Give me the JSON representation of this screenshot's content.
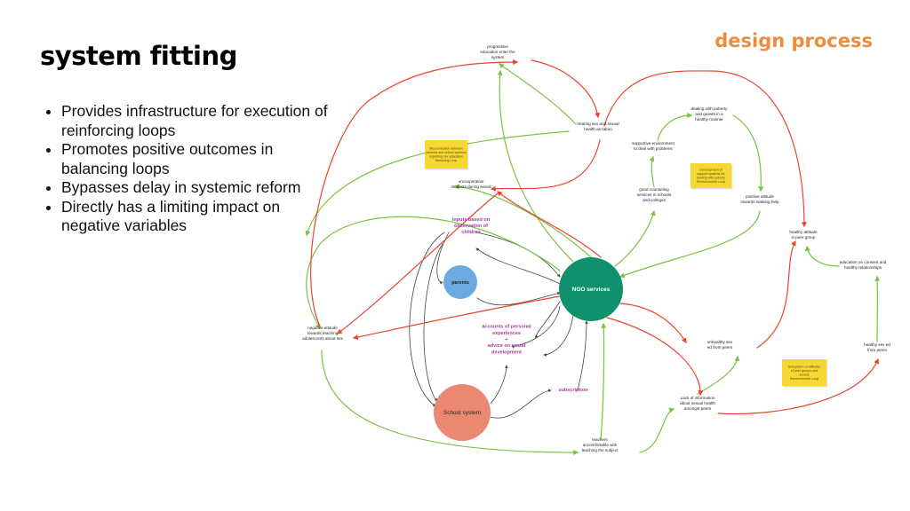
{
  "header": {
    "tag": "design process"
  },
  "title": "system fitting",
  "bullets": [
    "Provides infrastructure for execution of reinforcing loops",
    "Promotes positive outcomes in balancing loops",
    "Bypasses delay in systemic reform",
    "Directly has a limiting impact on negative variables"
  ],
  "colors": {
    "accent": "#ef8c3b",
    "positive_arrow": "#7cc242",
    "negative_arrow": "#e8452c",
    "neutral_arrow": "#444444",
    "ngo_node": "#10906c",
    "parents_node": "#6aaae0",
    "school_node": "#ec8872",
    "sticky_note": "#f6d834",
    "highlight_text": "#a63aa0"
  },
  "diagram": {
    "nodes": [
      {
        "id": "ngo",
        "label": "NGO services",
        "kind": "circle",
        "color": "#10906c",
        "text_color": "#ffffff"
      },
      {
        "id": "parents",
        "label": "parents",
        "kind": "circle",
        "color": "#6aaae0",
        "text_color": "#222222"
      },
      {
        "id": "school",
        "label": "School system",
        "kind": "circle",
        "color": "#ec8872",
        "text_color": "#222222"
      },
      {
        "id": "progressive",
        "lines": [
          "progressive",
          "education enter the",
          "system"
        ]
      },
      {
        "id": "taboo",
        "lines": [
          "treating sex and sexual",
          "health as taboo"
        ]
      },
      {
        "id": "poberty",
        "lines": [
          "dealing with puberty",
          "and growth in a",
          "healthy manner"
        ]
      },
      {
        "id": "supportive",
        "lines": [
          "supportive environment",
          "to deal with problems"
        ]
      },
      {
        "id": "uncooperative",
        "lines": [
          "uncooperative",
          "students during sexed"
        ]
      },
      {
        "id": "counseling",
        "lines": [
          "good counseling",
          "services in schools",
          "and colleges"
        ]
      },
      {
        "id": "attitude_help",
        "lines": [
          "positive attitude",
          "towards seeking help"
        ]
      },
      {
        "id": "inputs",
        "lines": [
          "inputs based on",
          "observation of",
          "children"
        ],
        "highlight": true
      },
      {
        "id": "healthy_attitude",
        "lines": [
          "healthy attitude",
          "in peer group"
        ]
      },
      {
        "id": "consent",
        "lines": [
          "education on consent and",
          "healthy relationships"
        ]
      },
      {
        "id": "negative_attitude",
        "lines": [
          "negative attitude",
          "towards teaching",
          "adolescents about sex"
        ]
      },
      {
        "id": "accounts",
        "lines": [
          "accounts of personal",
          "experiences",
          "+",
          "advice on social",
          "development"
        ],
        "highlight": true
      },
      {
        "id": "unhealthy",
        "lines": [
          "unhealthy sex",
          "ed from peers"
        ]
      },
      {
        "id": "healthy_sexed",
        "lines": [
          "healthy sex ed",
          "from peers"
        ]
      },
      {
        "id": "subscription",
        "lines": [
          "subscription"
        ],
        "highlight": true
      },
      {
        "id": "lack",
        "lines": [
          "Lack of information",
          "about sexual health",
          "amongst peers"
        ]
      },
      {
        "id": "teachers",
        "lines": [
          "teachers",
          "uncomfortable with",
          "teaching the subject"
        ]
      }
    ],
    "sticky_notes": [
      {
        "id": "note1",
        "lines": [
          "Misconnection between",
          "parental and school systems",
          "regarding sex education",
          "Balancing Loop"
        ]
      },
      {
        "id": "note2",
        "lines": [
          "Development of",
          "support systems for",
          "dealing with puberty",
          "Reinforcement Loop"
        ]
      },
      {
        "id": "note3",
        "lines": [
          "Subsystem of attitudes",
          "of peer groups and",
          "society",
          "Reinforcement Loop"
        ]
      }
    ]
  }
}
